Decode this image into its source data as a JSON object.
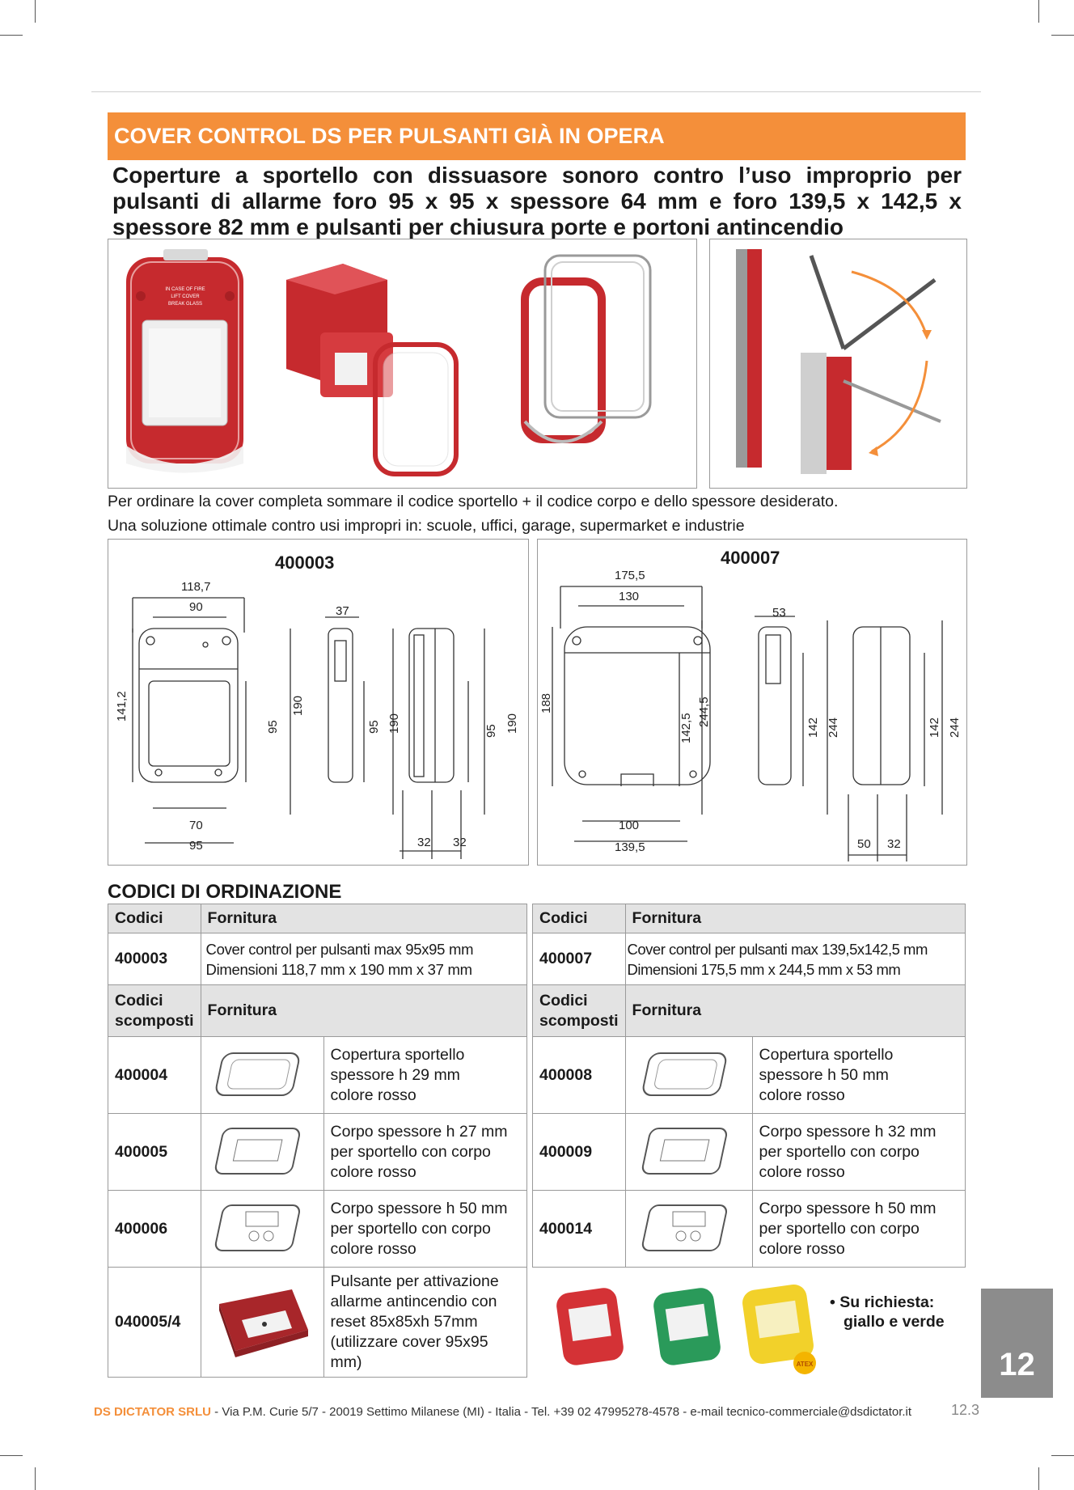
{
  "header": {
    "banner": "COVER CONTROL DS PER PULSANTI GIÀ IN OPERA",
    "subtitle": "Coperture a sportello con dissuasore sonoro contro l’uso improprio per pulsanti di allarme foro 95 x 95 x spessore 64 mm e foro 139,5 x 142,5 x spessore 82 mm e pulsanti per chiusura porte e portoni antincendio"
  },
  "photos": {
    "label_line1": "IN CASE OF FIRE",
    "label_line2": "LIFT COVER",
    "label_line3": "BREAK GLASS"
  },
  "notes": {
    "line1": "Per ordinare la cover completa sommare il codice sportello + il codice corpo e dello spessore desiderato.",
    "line2": "Una soluzione ottimale contro usi impropri in: scuole, uffici, garage, supermarket e industrie"
  },
  "drawings": {
    "left": {
      "title": "400003",
      "d_top_outer": "118,7",
      "d_top_inner": "90",
      "d_height_left": "141,2",
      "d_front_95": "95",
      "d_front_190": "190",
      "d_bottom_70": "70",
      "d_bottom_95": "95",
      "d_side_37": "37",
      "d_side_95": "95",
      "d_side_190": "190",
      "d_sec_95": "95",
      "d_sec_190": "190",
      "d_sec_32a": "32",
      "d_sec_32b": "32"
    },
    "right": {
      "title": "400007",
      "d_top_outer": "175,5",
      "d_top_inner": "130",
      "d_height_left": "188",
      "d_front_1425": "142,5",
      "d_front_2445": "244,5",
      "d_bottom_100": "100",
      "d_bottom_1395": "139,5",
      "d_side_53": "53",
      "d_side_142": "142",
      "d_side_244": "244",
      "d_sec_142": "142",
      "d_sec_244": "244",
      "d_sec_50": "50",
      "d_sec_32": "32"
    }
  },
  "ordering": {
    "title": "CODICI DI ORDINAZIONE",
    "col_codici": "Codici",
    "col_fornitura": "Fornitura",
    "col_codici_scomposti_1": "Codici",
    "col_codici_scomposti_2": "scomposti",
    "left": {
      "main_code": "400003",
      "main_desc1": "Cover control per pulsanti max 95x95 mm",
      "main_desc2": "Dimensioni 118,7 mm x 190 mm x 37 mm",
      "rows": [
        {
          "code": "400004",
          "desc": [
            "Copertura sportello",
            "spessore h 29 mm",
            "colore rosso"
          ]
        },
        {
          "code": "400005",
          "desc": [
            "Corpo spessore h 27 mm",
            "per sportello con corpo",
            "colore rosso"
          ]
        },
        {
          "code": "400006",
          "desc": [
            "Corpo spessore h 50 mm",
            "per sportello con corpo",
            "colore rosso"
          ]
        },
        {
          "code": "040005/4",
          "desc": [
            "Pulsante per attivazione",
            "allarme antincendio con",
            "reset 85x85xh 57mm",
            "(utilizzare cover 95x95",
            "mm)"
          ]
        }
      ]
    },
    "right": {
      "main_code": "400007",
      "main_desc1": "Cover control per pulsanti max 139,5x142,5 mm",
      "main_desc2": "Dimensioni 175,5 mm x 244,5 mm x 53 mm",
      "rows": [
        {
          "code": "400008",
          "desc": [
            "Copertura sportello",
            "spessore h 50 mm",
            "colore rosso"
          ]
        },
        {
          "code": "400009",
          "desc": [
            "Corpo spessore h 32 mm",
            "per sportello con corpo",
            "colore rosso"
          ]
        },
        {
          "code": "400014",
          "desc": [
            "Corpo spessore h 50 mm",
            "per sportello con corpo",
            "colore rosso"
          ]
        }
      ]
    },
    "request_1": "Su richiesta:",
    "request_2": "giallo e verde",
    "atex": "ATEX"
  },
  "side_tab": "12",
  "footer": {
    "brand": "DS DICTATOR SRLU",
    "text": " - Via P.M. Curie 5/7 - 20019 Settimo Milanese (MI) - Italia - Tel. +39 02 47995278-4578 - e-mail tecnico-commerciale@dsdictator.it",
    "page": "12.3"
  },
  "colors": {
    "accent": "#f48f3a",
    "product_red": "#c62a2e",
    "tab_grey": "#8c8c8c",
    "header_grey": "#e3e3e3"
  }
}
